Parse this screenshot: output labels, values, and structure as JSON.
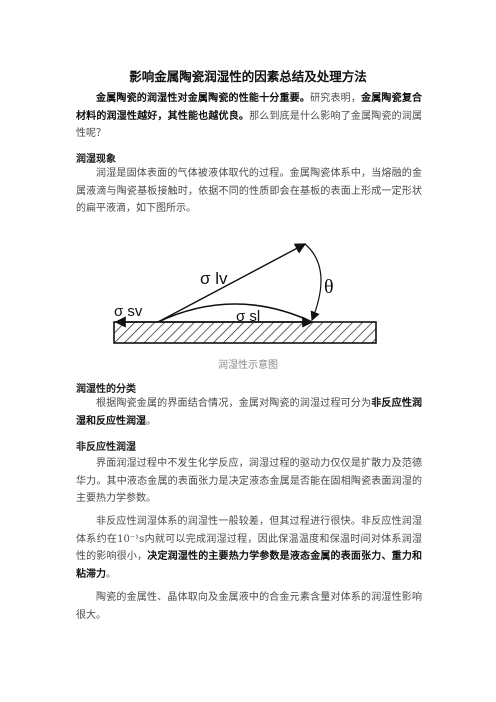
{
  "title": "影响金属陶瓷润湿性的因素总结及处理方法",
  "intro": {
    "bold1": "金属陶瓷的润湿性对金属陶瓷的性能十分重要。",
    "text1": "研究表明，",
    "bold2": "金属陶瓷复合材料的润湿性越好，其性能也越优良。",
    "text2": "那么到底是什么影响了金属陶瓷的润属性呢？"
  },
  "section_phenomenon": {
    "heading": "润湿现象",
    "body": "润湿是固体表面的气体被液体取代的过程。金属陶瓷体系中，当熔融的金属液滴与陶瓷基板接触时，依据不同的性质即会在基板的表面上形成一定形状的扁平液滴，如下图所示。"
  },
  "diagram": {
    "label_sigma_lv": "σ lv",
    "label_sigma_sv": "σ sv",
    "label_sigma_sl": "σ sl",
    "label_theta": "θ",
    "caption": "润湿性示意图"
  },
  "section_classification": {
    "heading": "润湿性的分类",
    "text_before": "根据陶瓷金属的界面结合情况，金属对陶瓷的润湿过程可分为",
    "bold": "非反应性润湿和反应性润湿",
    "text_after": "。"
  },
  "section_nonreactive": {
    "heading": "非反应性润湿",
    "p1": "界面润湿过程中不发生化学反应，润湿过程的驱动力仅仅是扩散力及范德华力。其中液态金属的表面张力是决定液态金属是否能在固相陶瓷表面润湿的主要热力学参数。",
    "p2_text": "非反应性润湿体系的润湿性一般较差，但其过程进行很快。非反应性润湿体系约在10⁻¹s内就可以完成润湿过程，因此保温温度和保温时间对体系润湿性的影响很小，",
    "p2_bold": "决定润湿性的主要热力学参数是液态金属的表面张力、重力和粘滞力",
    "p2_end": "。",
    "p3": "陶瓷的金属性、晶体取向及金属液中的合金元素含量对体系的润湿性影响很大。"
  }
}
